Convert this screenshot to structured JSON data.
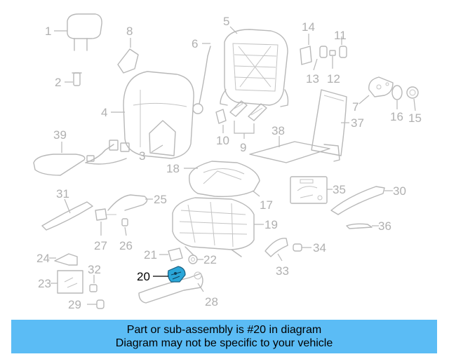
{
  "callouts": {
    "c1": "1",
    "c2": "2",
    "c3": "3",
    "c4": "4",
    "c5": "5",
    "c6": "6",
    "c7": "7",
    "c8": "8",
    "c9": "9",
    "c10": "10",
    "c11": "11",
    "c12": "12",
    "c13": "13",
    "c14": "14",
    "c15": "15",
    "c16": "16",
    "c17": "17",
    "c18": "18",
    "c19": "19",
    "c20": "20",
    "c21": "21",
    "c22": "22",
    "c23": "23",
    "c24": "24",
    "c25": "25",
    "c26": "26",
    "c27": "27",
    "c28": "28",
    "c29": "29",
    "c30": "30",
    "c31": "31",
    "c32": "32",
    "c33": "33",
    "c34": "34",
    "c35": "35",
    "c36": "36",
    "c37": "37",
    "c38": "38",
    "c39": "39"
  },
  "highlight": {
    "part_number": "20",
    "color": "#2aa6d8"
  },
  "banner": {
    "line1": "Part or sub-assembly is #20 in diagram",
    "line2": "Diagram may not be specific to your vehicle",
    "background": "#5bbcf5"
  }
}
